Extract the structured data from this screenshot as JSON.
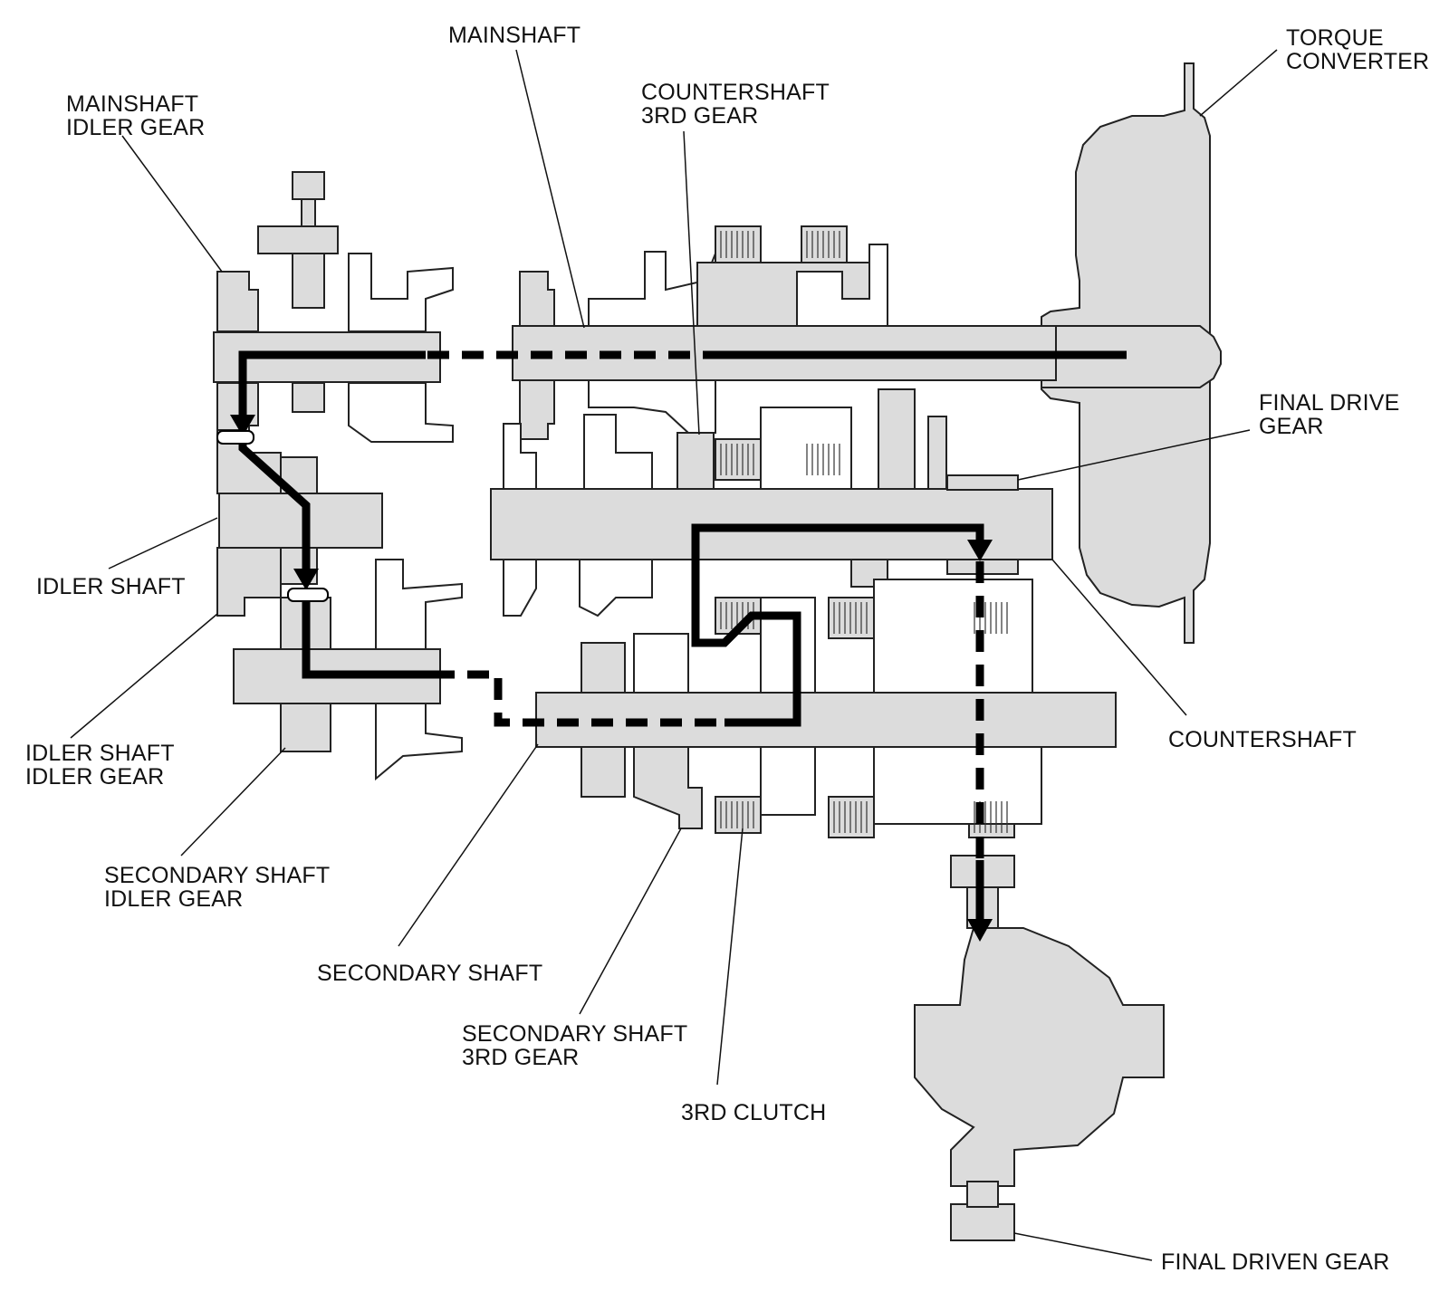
{
  "labels": {
    "mainshaft": "MAINSHAFT",
    "mainshaft_idler_gear_1": "MAINSHAFT",
    "mainshaft_idler_gear_2": "IDLER GEAR",
    "countershaft_3rd_gear_1": "COUNTERSHAFT",
    "countershaft_3rd_gear_2": "3RD GEAR",
    "torque_converter_1": "TORQUE",
    "torque_converter_2": "CONVERTER",
    "final_drive_gear_1": "FINAL DRIVE",
    "final_drive_gear_2": "GEAR",
    "idler_shaft": "IDLER SHAFT",
    "idler_shaft_idler_gear_1": "IDLER SHAFT",
    "idler_shaft_idler_gear_2": "IDLER GEAR",
    "countershaft": "COUNTERSHAFT",
    "secondary_shaft_idler_gear_1": "SECONDARY SHAFT",
    "secondary_shaft_idler_gear_2": "IDLER GEAR",
    "secondary_shaft": "SECONDARY SHAFT",
    "secondary_shaft_3rd_gear_1": "SECONDARY SHAFT",
    "secondary_shaft_3rd_gear_2": "3RD GEAR",
    "third_clutch": "3RD CLUTCH",
    "final_driven_gear": "FINAL DRIVEN GEAR"
  },
  "colors": {
    "part_fill": "#dcdcdc",
    "outline": "#222222",
    "power_flow": "#000000"
  }
}
